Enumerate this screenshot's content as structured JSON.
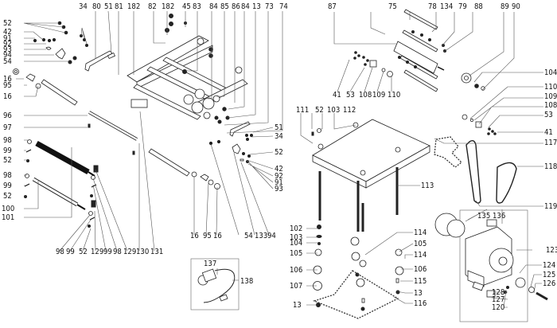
{
  "title": "Exploded parts diagram — thickness planer",
  "colors": {
    "line": "#555555",
    "ink": "#111111",
    "background": "#ffffff"
  },
  "callouts": {
    "top_left_group": [
      "52",
      "42",
      "91",
      "92",
      "93",
      "94",
      "54"
    ],
    "top_row": [
      "34",
      "80",
      "51",
      "81",
      "182",
      "82",
      "182",
      "45",
      "83",
      "84",
      "85",
      "86",
      "84",
      "13",
      "73",
      "74"
    ],
    "left_column": [
      "16",
      "95",
      "16",
      "96",
      "97",
      "98",
      "99",
      "52",
      "98",
      "99",
      "52",
      "100",
      "101"
    ],
    "bottom_left_row": [
      "98",
      "99",
      "52",
      "129",
      "99",
      "98",
      "129",
      "130",
      "131"
    ],
    "center_right_column": [
      "51",
      "34",
      "52",
      "42",
      "92",
      "91",
      "93"
    ],
    "center_bottom_row": [
      "16",
      "95",
      "16",
      "54",
      "133",
      "94"
    ],
    "cable_group": [
      "137",
      "138"
    ],
    "top_right_row": [
      "87",
      "75",
      "78",
      "134",
      "79",
      "88",
      "89",
      "90"
    ],
    "cutter_bottom_row": [
      "41",
      "53",
      "108",
      "109",
      "110"
    ],
    "right_column": [
      "104",
      "110",
      "109",
      "108",
      "53",
      "41",
      "117",
      "118",
      "119"
    ],
    "table_group": [
      "111",
      "52",
      "103",
      "112",
      "113"
    ],
    "column_drive_left": [
      "102",
      "103",
      "104",
      "105",
      "106",
      "107",
      "13"
    ],
    "column_drive_right": [
      "114",
      "105",
      "114",
      "106",
      "115",
      "13",
      "116"
    ],
    "motor_group": [
      "135",
      "136",
      "123",
      "124",
      "125",
      "126",
      "128",
      "127",
      "120"
    ]
  }
}
